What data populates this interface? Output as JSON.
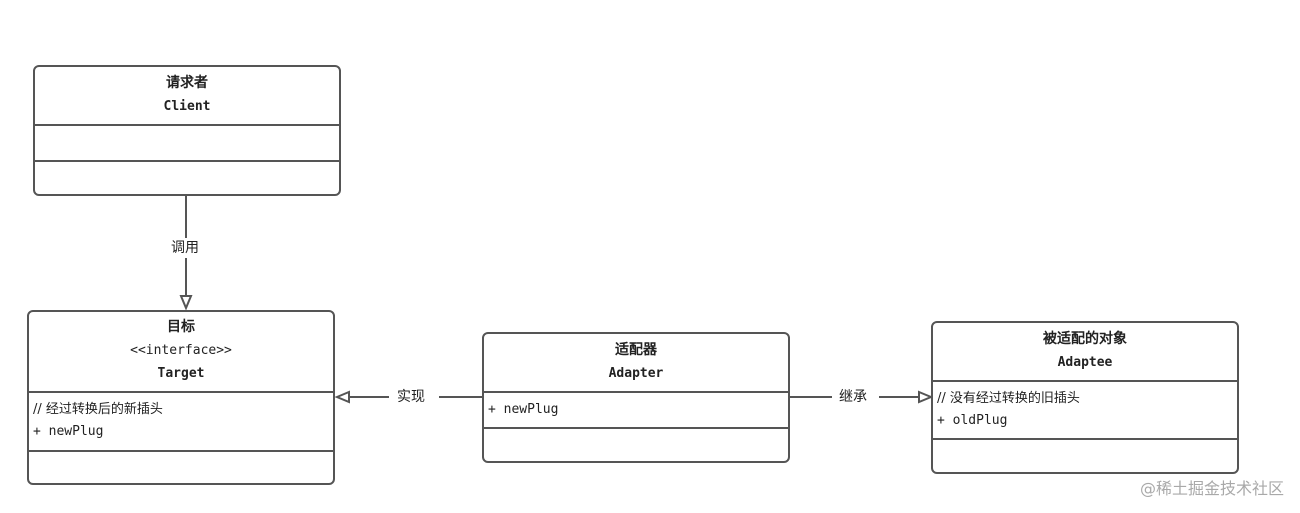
{
  "classes": {
    "client": {
      "name_cn": "请求者",
      "name_en": "Client",
      "attributes": [],
      "operations": []
    },
    "target": {
      "name_cn": "目标",
      "stereotype": "<<interface>>",
      "name_en": "Target",
      "attributes": [
        "// 经过转换后的新插头",
        "+ newPlug"
      ],
      "operations": []
    },
    "adapter": {
      "name_cn": "适配器",
      "name_en": "Adapter",
      "attributes": [
        "+ newPlug"
      ],
      "operations": []
    },
    "adaptee": {
      "name_cn": "被适配的对象",
      "name_en": "Adaptee",
      "attributes": [
        "// 没有经过转换的旧插头",
        "+ oldPlug"
      ],
      "operations": []
    }
  },
  "relations": {
    "call": {
      "label": "调用"
    },
    "implement": {
      "label": "实现"
    },
    "inherit": {
      "label": "继承"
    }
  },
  "watermark": "@稀土掘金技术社区",
  "colors": {
    "stroke": "#555555",
    "text": "#222222",
    "watermark": "#a9a9a9"
  }
}
